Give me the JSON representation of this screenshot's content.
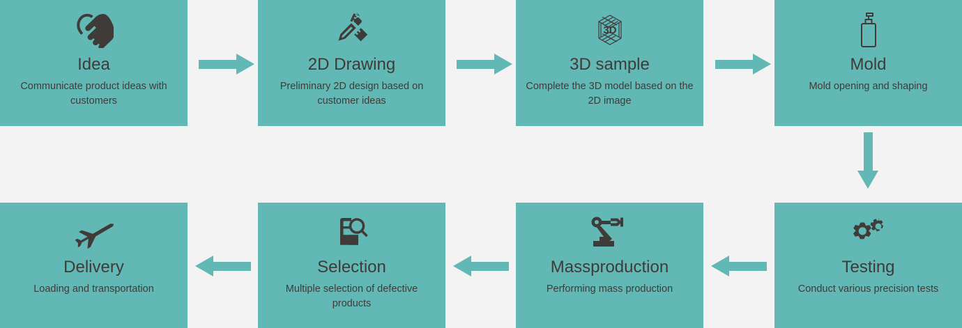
{
  "theme": {
    "card_color": "#62b8b4",
    "background_color": "#f3f3f3",
    "text_color": "#3f3b39",
    "arrow_color": "#62b8b4"
  },
  "steps": [
    {
      "id": "idea",
      "icon": "handshake-heart-icon",
      "title": "Idea",
      "description": "Communicate product ideas with customers"
    },
    {
      "id": "2d-drawing",
      "icon": "pencil-ruler-icon",
      "title": "2D Drawing",
      "description": "Preliminary 2D design based on customer ideas"
    },
    {
      "id": "3d-sample",
      "icon": "3d-cube-icon",
      "title": "3D sample",
      "description": "Complete the 3D model based on the 2D image",
      "icon_label": "3D"
    },
    {
      "id": "mold",
      "icon": "pump-bottle-icon",
      "title": "Mold",
      "description": "Mold opening and shaping"
    },
    {
      "id": "testing",
      "icon": "gears-icon",
      "title": "Testing",
      "description": "Conduct various precision tests"
    },
    {
      "id": "massproduction",
      "icon": "robot-arm-icon",
      "title": "Massproduction",
      "description": "Performing mass production"
    },
    {
      "id": "selection",
      "icon": "document-magnifier-icon",
      "title": "Selection",
      "description": "Multiple selection of defective products"
    },
    {
      "id": "delivery",
      "icon": "airplane-icon",
      "title": "Delivery",
      "description": "Loading and transportation"
    }
  ],
  "connectors": [
    {
      "id": "idea-to-2d",
      "direction": "right"
    },
    {
      "id": "2d-to-3d",
      "direction": "right"
    },
    {
      "id": "3d-to-mold",
      "direction": "right"
    },
    {
      "id": "mold-to-testing",
      "direction": "down"
    },
    {
      "id": "testing-to-massproduction",
      "direction": "left"
    },
    {
      "id": "massproduction-to-selection",
      "direction": "left"
    },
    {
      "id": "selection-to-delivery",
      "direction": "left"
    }
  ]
}
